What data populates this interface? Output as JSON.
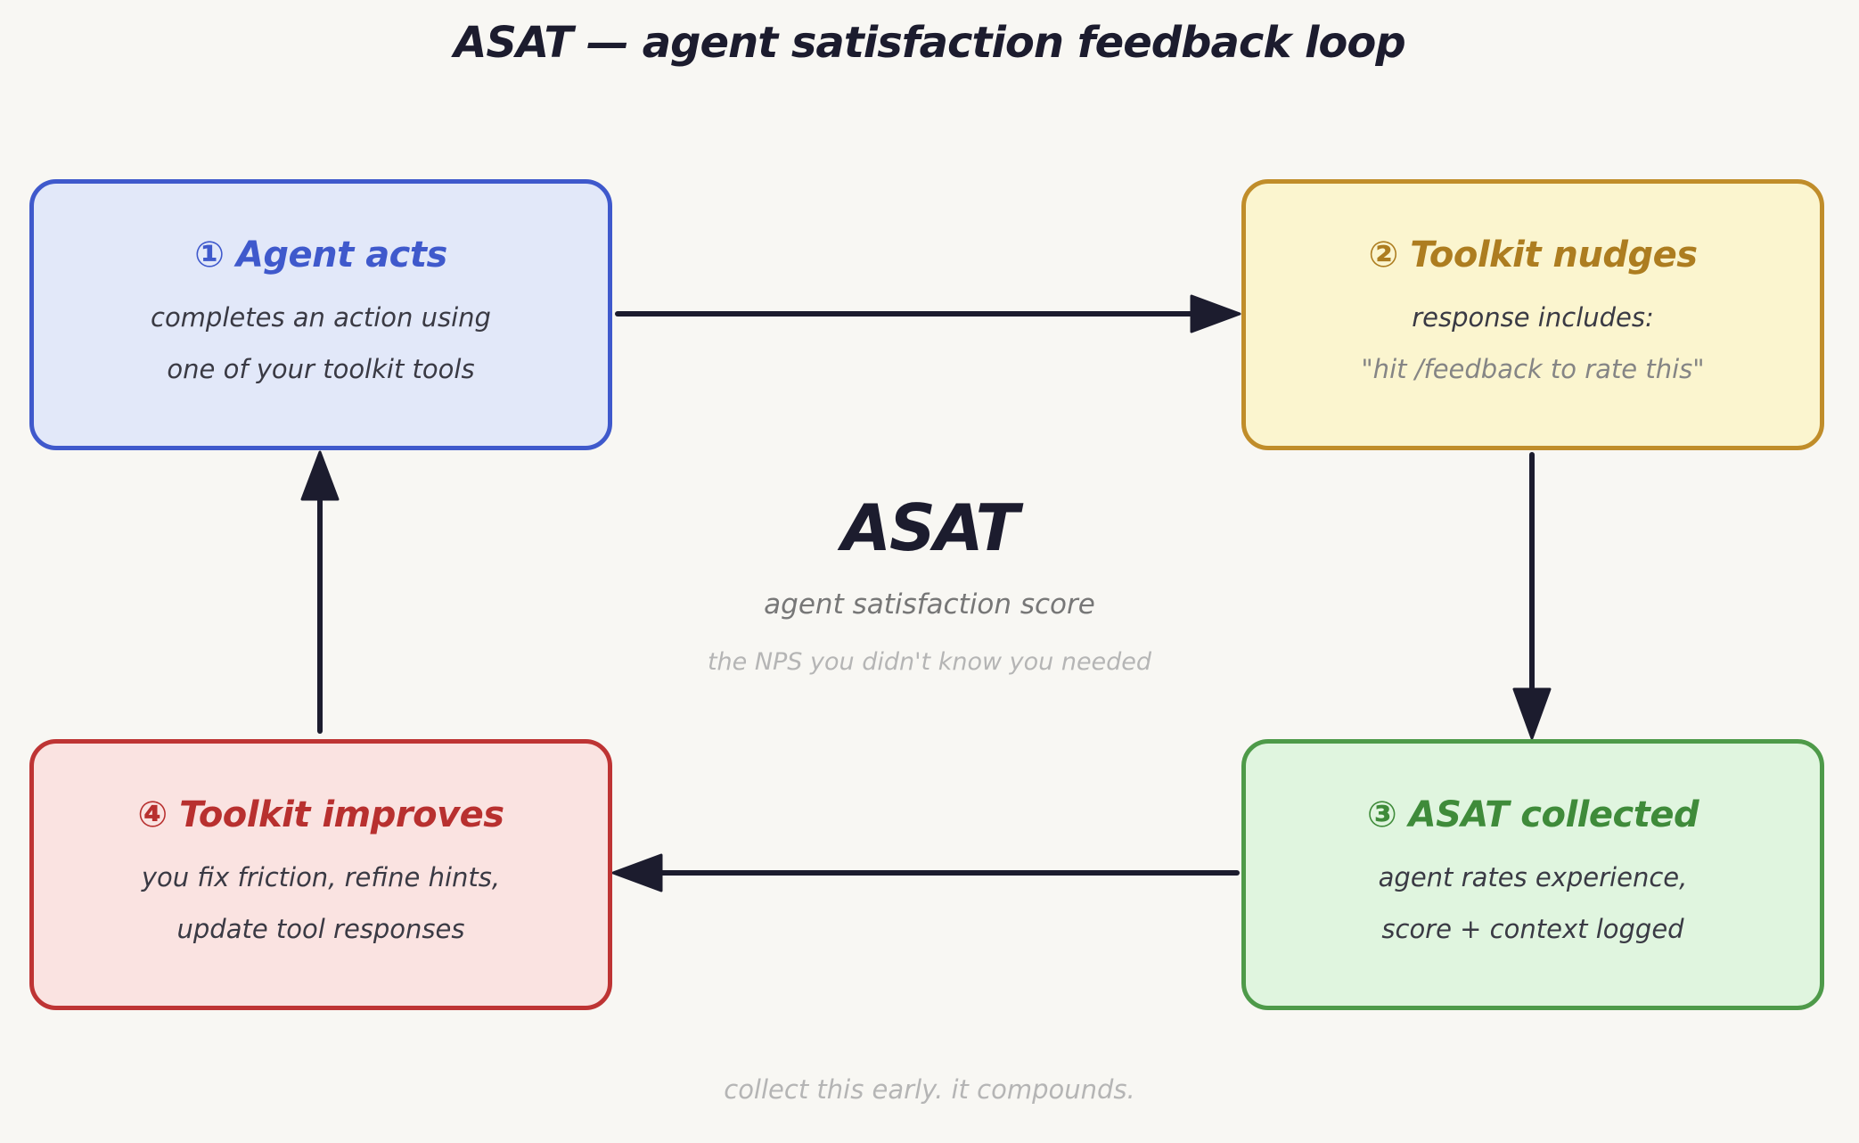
{
  "title": "ASAT — agent satisfaction feedback loop",
  "center": {
    "title": "ASAT",
    "subtitle": "agent satisfaction score",
    "note": "the NPS you didn't know you needed"
  },
  "footer": "collect this early. it compounds.",
  "steps": [
    {
      "heading": "① Agent acts",
      "lines": [
        "completes an action using",
        "one of your toolkit tools"
      ],
      "color": "#3f59cc",
      "fill": "#e2e8f9"
    },
    {
      "heading": "② Toolkit nudges",
      "lines": [
        "response includes:",
        "\"hit /feedback to rate this\""
      ],
      "color": "#c08d2a",
      "fill": "#fbf5cf"
    },
    {
      "heading": "③ ASAT collected",
      "lines": [
        "agent rates experience,",
        "score + context logged"
      ],
      "color": "#4e9a49",
      "fill": "#e0f5df"
    },
    {
      "heading": "④ Toolkit improves",
      "lines": [
        "you fix friction, refine hints,",
        "update tool responses"
      ],
      "color": "#be3434",
      "fill": "#fae3e1"
    }
  ],
  "arrow_color": "#1c1c2e"
}
